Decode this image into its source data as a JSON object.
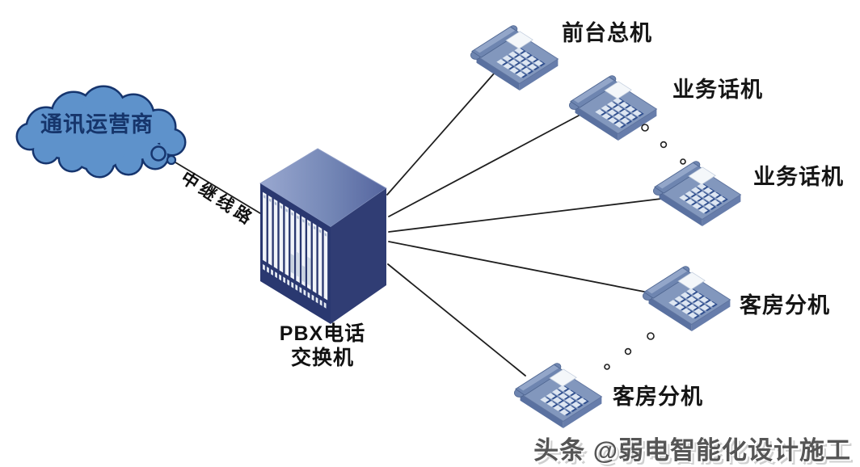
{
  "cloud": {
    "label": "通讯运营商",
    "icon": "cloud-icon"
  },
  "trunk_line": {
    "label": "中继线路"
  },
  "pbx": {
    "line1": "PBX电话",
    "line2": "交换机",
    "icon": "pbx-cabinet-icon"
  },
  "phones": [
    {
      "label": "前台总机",
      "icon": "desk-phone-icon"
    },
    {
      "label": "业务话机",
      "icon": "desk-phone-icon"
    },
    {
      "label": "业务话机",
      "icon": "desk-phone-icon"
    },
    {
      "label": "客房分机",
      "icon": "desk-phone-icon"
    },
    {
      "label": "客房分机",
      "icon": "desk-phone-icon"
    }
  ],
  "ellipsis_dots": {
    "between_business_phones": 3,
    "between_room_phones": 3
  },
  "watermark": {
    "text": "头条 @弱电智能化设计施工"
  },
  "colors": {
    "cloud_fill": "#5E92CB",
    "cloud_stroke": "#16356E",
    "cabinet_side": "#2E3C76",
    "cabinet_top_light": "#9AA8D0",
    "cabinet_top_dark": "#55659F",
    "phone_body": "#8196BC",
    "connector_line": "#1F1F1F",
    "label_text": "#151515",
    "watermark_gray": "#555555"
  }
}
